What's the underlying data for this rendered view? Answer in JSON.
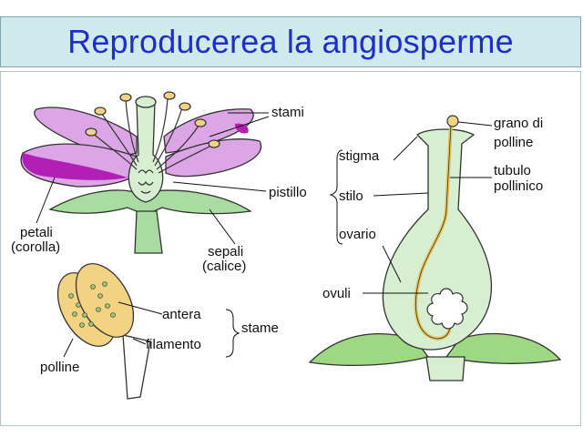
{
  "title": "Reproducerea la angiosperme",
  "labels": {
    "stami": "stami",
    "pistillo": "pistillo",
    "petali": "petali",
    "corolla": "(corolla)",
    "sepali": "sepali",
    "calice": "(calice)",
    "antera": "antera",
    "filamento": "filamento",
    "stame": "stame",
    "polline": "polline",
    "stigma": "stigma",
    "stilo": "stilo",
    "ovario": "ovario",
    "ovuli": "ovuli",
    "grano_di": "grano di",
    "grano_polline": "polline",
    "tubulo": "tubulo",
    "pollinico": "pollinico"
  },
  "colors": {
    "title_text": "#1d2fc6",
    "title_bg": "#cfe9ec",
    "petal": "#dca6e6",
    "petal_dark": "#b21fb4",
    "sepal_green": "#a9dca0",
    "pistil_green": "#d7efd0",
    "anther_yellow": "#f1d383"
  }
}
